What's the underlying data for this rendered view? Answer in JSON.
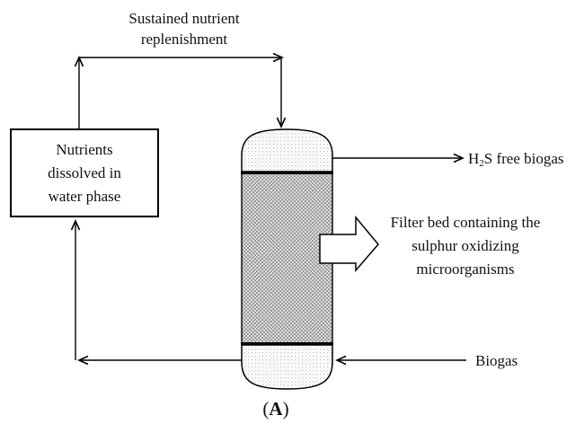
{
  "figure": {
    "title": "Sustained nutrient\nreplenishment",
    "nutrients_box_label": "Nutrients\ndissolved in\nwater phase",
    "h2s_outlet_label": {
      "base_pre": "H",
      "subscript": "2",
      "base_post": "S free biogas"
    },
    "filter_bed_label": "Filter bed containing the\nsulphur oxidizing\nmicroorganisms",
    "biogas_inlet_label": "Biogas",
    "panel_label": {
      "open": "(",
      "letter": "A",
      "close": ")"
    },
    "colors": {
      "ink": "#000000",
      "cap_dot": "#bdbdbd",
      "bed_hatch_line": "#8f8f8f",
      "bed_background": "#efefef",
      "pointer_arrow_fill": "#ffffff"
    }
  }
}
